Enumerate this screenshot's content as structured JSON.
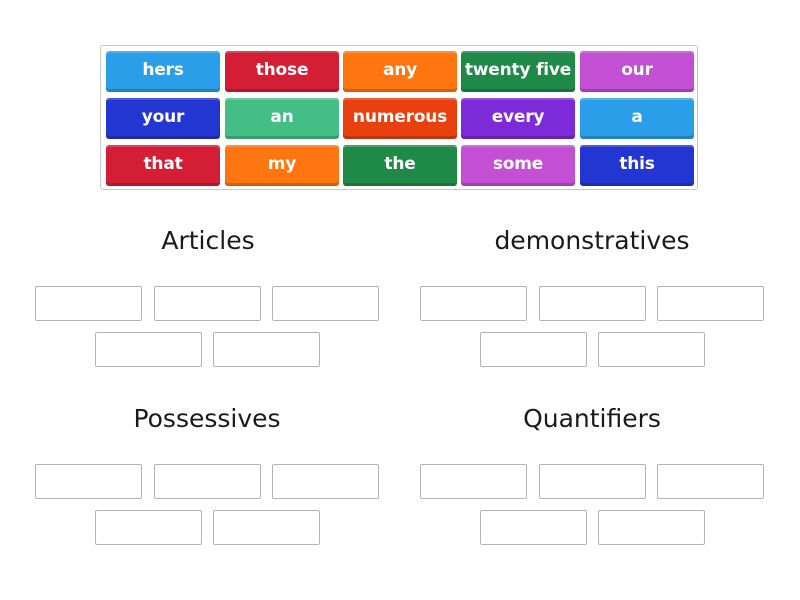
{
  "tiles": [
    {
      "label": "hers",
      "color": "#2a9ee8"
    },
    {
      "label": "those",
      "color": "#d41e36"
    },
    {
      "label": "any",
      "color": "#ff7510"
    },
    {
      "label": "twenty five",
      "color": "#1f8a48"
    },
    {
      "label": "our",
      "color": "#c34fd4"
    },
    {
      "label": "your",
      "color": "#2436d2"
    },
    {
      "label": "an",
      "color": "#44be87"
    },
    {
      "label": "numerous",
      "color": "#e8400f"
    },
    {
      "label": "every",
      "color": "#7d2bd9"
    },
    {
      "label": "a",
      "color": "#2a9ee8"
    },
    {
      "label": "that",
      "color": "#d41e36"
    },
    {
      "label": "my",
      "color": "#ff7510"
    },
    {
      "label": "the",
      "color": "#1f8a48"
    },
    {
      "label": "some",
      "color": "#c34fd4"
    },
    {
      "label": "this",
      "color": "#2436d2"
    }
  ],
  "groups": [
    {
      "title": "Articles"
    },
    {
      "title": "demonstratives"
    },
    {
      "title": "Possessives"
    },
    {
      "title": "Quantifiers"
    }
  ]
}
